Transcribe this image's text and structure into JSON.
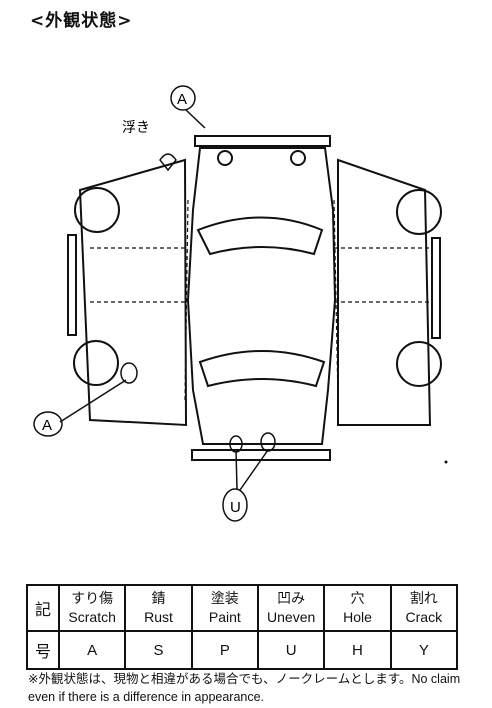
{
  "title": "<外観状態>",
  "annotations": {
    "marker_top": "A",
    "marker_left": "A",
    "marker_bottom": "U",
    "handwritten_note": "浮き"
  },
  "legend": {
    "side_label_top": "記",
    "side_label_bottom": "号",
    "columns": [
      {
        "jp": "すり傷",
        "en": "Scratch",
        "code": "A"
      },
      {
        "jp": "錆",
        "en": "Rust",
        "code": "S"
      },
      {
        "jp": "塗装",
        "en": "Paint",
        "code": "P"
      },
      {
        "jp": "凹み",
        "en": "Uneven",
        "code": "U"
      },
      {
        "jp": "穴",
        "en": "Hole",
        "code": "H"
      },
      {
        "jp": "割れ",
        "en": "Crack",
        "code": "Y"
      }
    ]
  },
  "note": {
    "jp": "※外観状態は、現物と相違がある場合でも、ノークレームとします。",
    "en": "No claim even if there is a difference in appearance."
  }
}
